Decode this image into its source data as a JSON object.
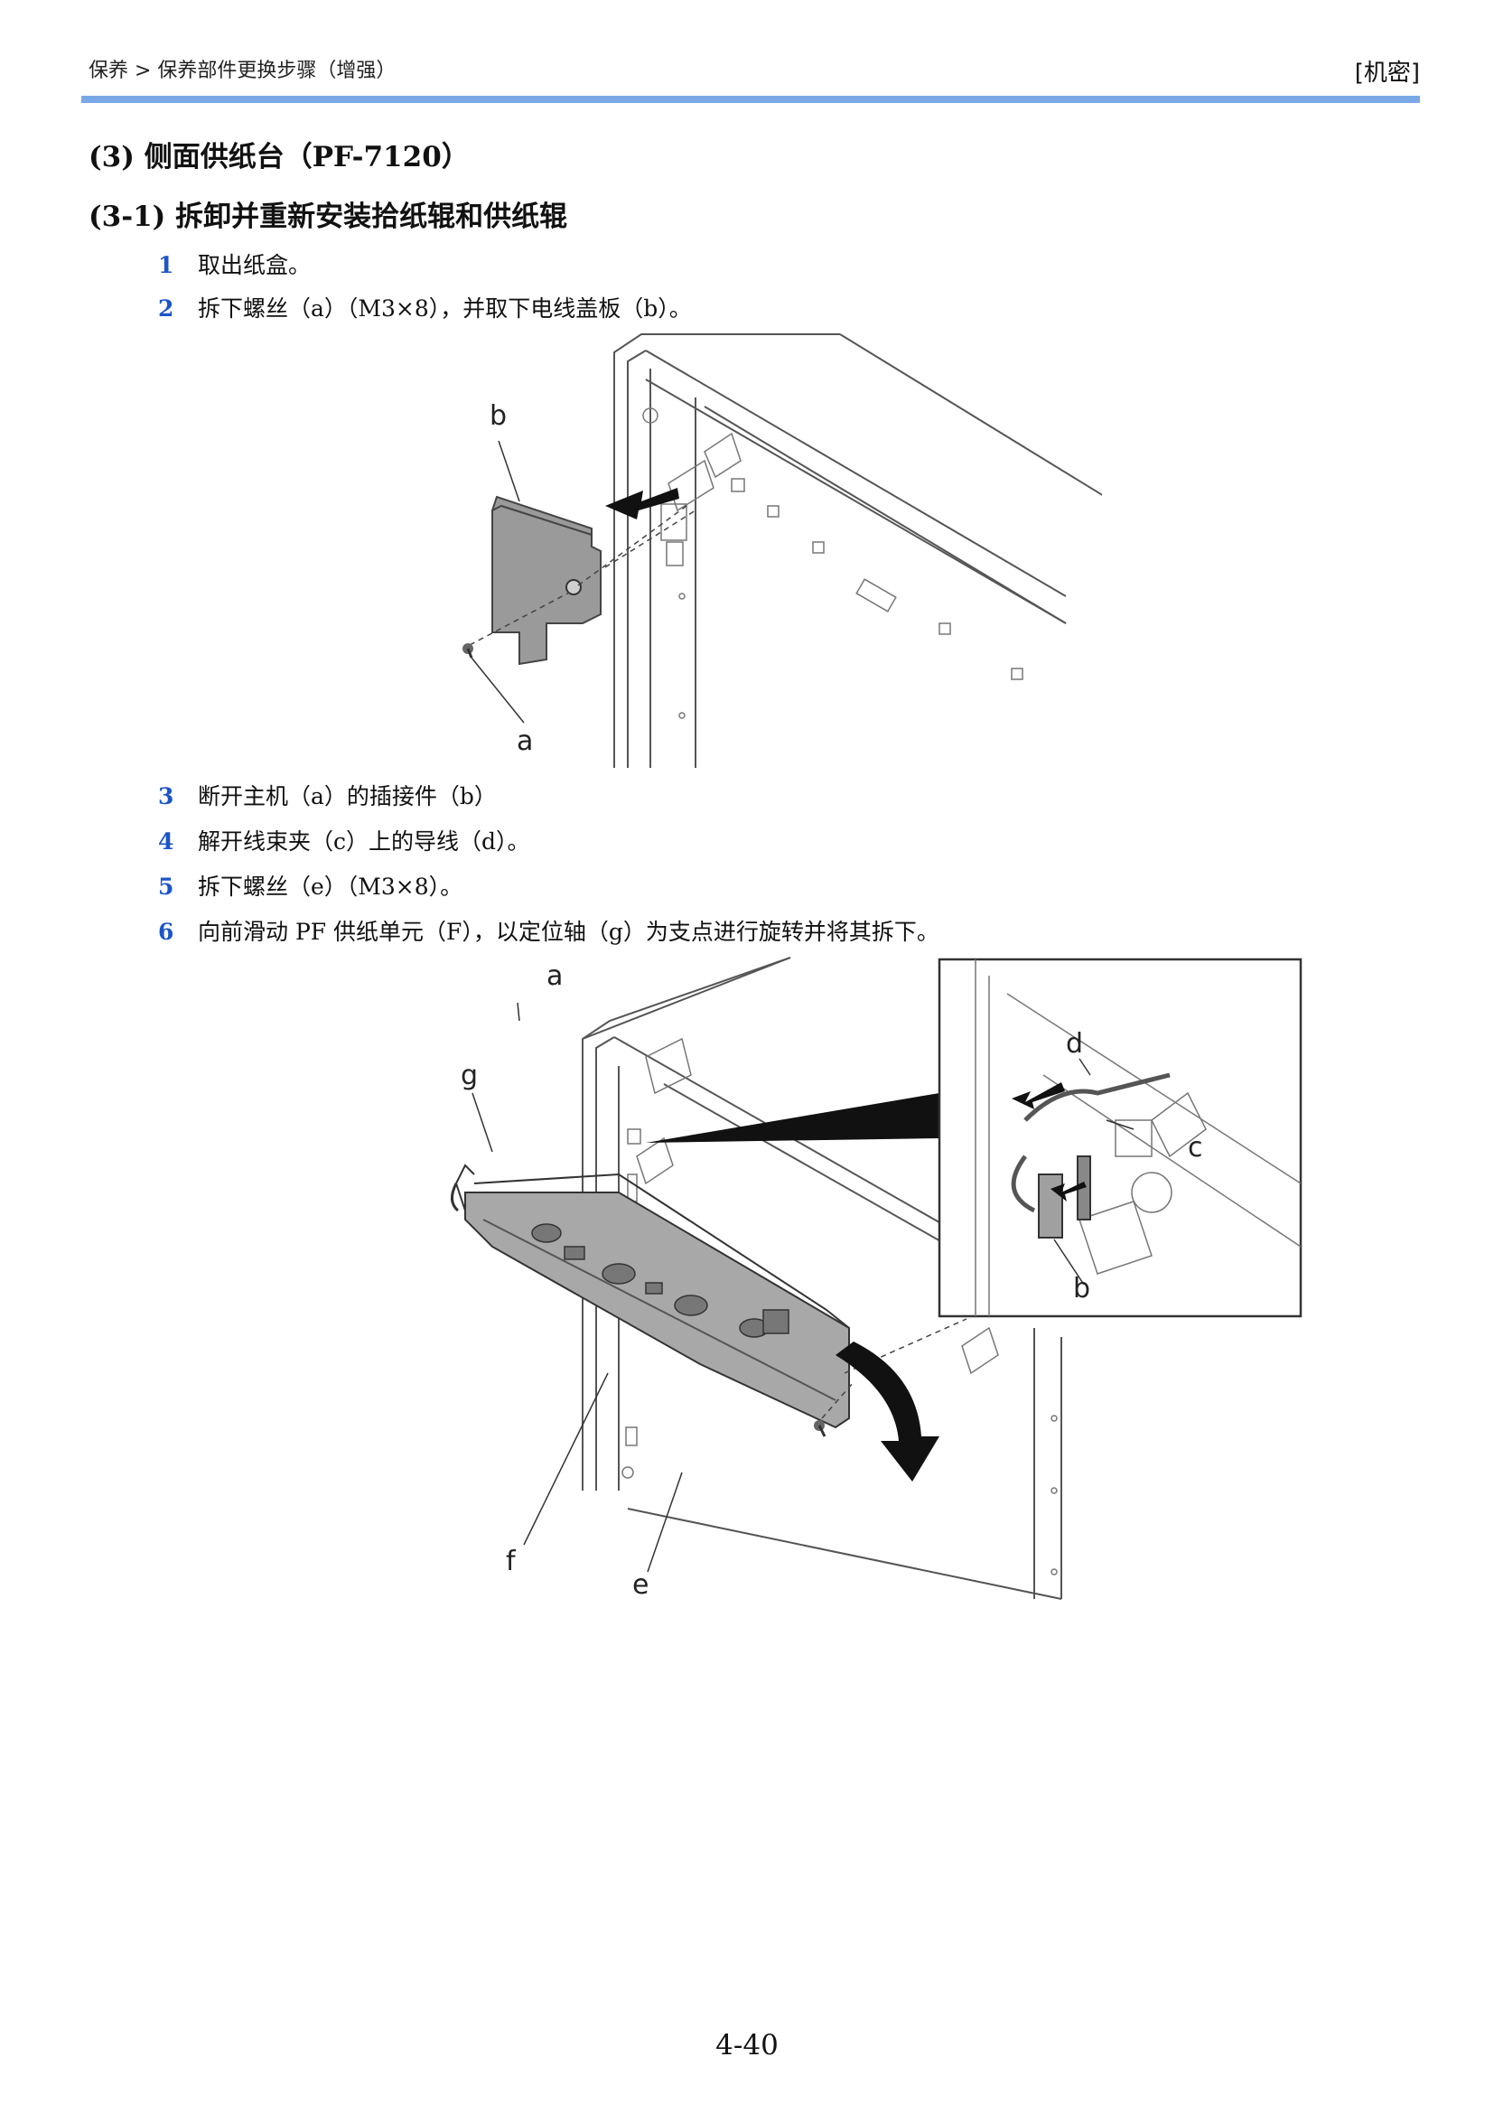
{
  "header": {
    "breadcrumb": "保养 > 保养部件更换步骤（增强）",
    "classification": "[机密]",
    "rule_color": "#7aa8e6"
  },
  "section": {
    "title": "(3)  侧面供纸台（PF-7120）",
    "subsection": "(3-1) 拆卸并重新安装拾纸辊和供纸辊"
  },
  "steps": [
    {
      "num": "1",
      "text": "取出纸盒。"
    },
    {
      "num": "2",
      "text": "拆下螺丝（a）（M3×8），并取下电线盖板（b）。"
    },
    {
      "num": "3",
      "text": "断开主机（a）的插接件（b）"
    },
    {
      "num": "4",
      "text": "解开线束夹（c）上的导线（d）。"
    },
    {
      "num": "5",
      "text": "拆下螺丝（e）（M3×8）。"
    },
    {
      "num": "6",
      "text": "向前滑动 PF 供纸单元（F），以定位轴（g）为支点进行旋转并将其拆下。"
    }
  ],
  "figure1": {
    "labels": {
      "b": "b",
      "a": "a"
    }
  },
  "figure2": {
    "labels": {
      "a": "a",
      "g": "g",
      "f": "f",
      "e": "e"
    },
    "inset_labels": {
      "d": "d",
      "c": "c",
      "b": "b"
    }
  },
  "page_number": "4-40",
  "colors": {
    "step_number": "#1c55c7",
    "arrow": "#111111",
    "part": "#8a8a8a"
  }
}
